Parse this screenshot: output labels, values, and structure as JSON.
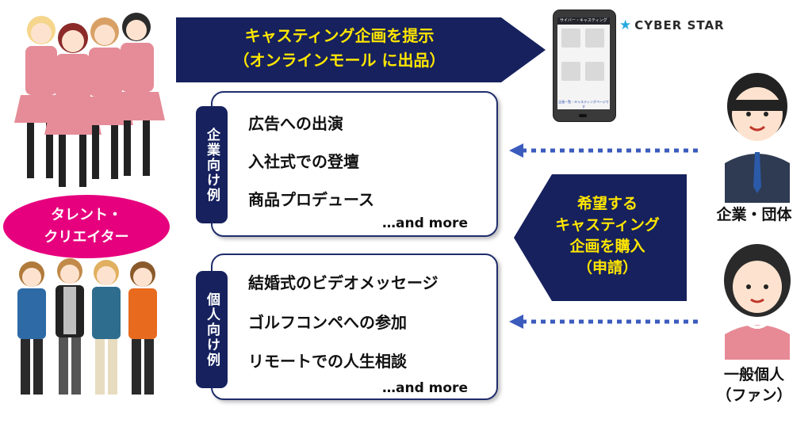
{
  "top_arrow": {
    "line1": "キャスティング企画を提示",
    "line2": "（オンラインモール に出品）"
  },
  "phone": {
    "app_bar": "サイバー・キャスティング",
    "caption": "企画一覧・キャスティングページです"
  },
  "brand": {
    "name": "CYBER STAR"
  },
  "corporate": {
    "label": "企業向け例",
    "items": [
      "広告への出演",
      "入社式での登壇",
      "商品プロデュース"
    ],
    "more": "…and more"
  },
  "personal": {
    "label": "個人向け例",
    "items": [
      "結婚式のビデオメッセージ",
      "ゴルフコンペへの参加",
      "リモートでの人生相談"
    ],
    "more": "…and more"
  },
  "talent": {
    "line1": "タレント・",
    "line2": "クリエイター"
  },
  "buy_arrow": {
    "line1": "希望する",
    "line2": "キャスティング",
    "line3": "企画を購入",
    "line4": "（申請）"
  },
  "company": {
    "label": "企業・団体"
  },
  "individual": {
    "line1": "一般個人",
    "line2": "（ファン）"
  },
  "colors": {
    "navy": "#16215e",
    "accent_yellow": "#ffe600",
    "magenta": "#e6007e",
    "dotted_arrow": "#3b5bbd"
  }
}
